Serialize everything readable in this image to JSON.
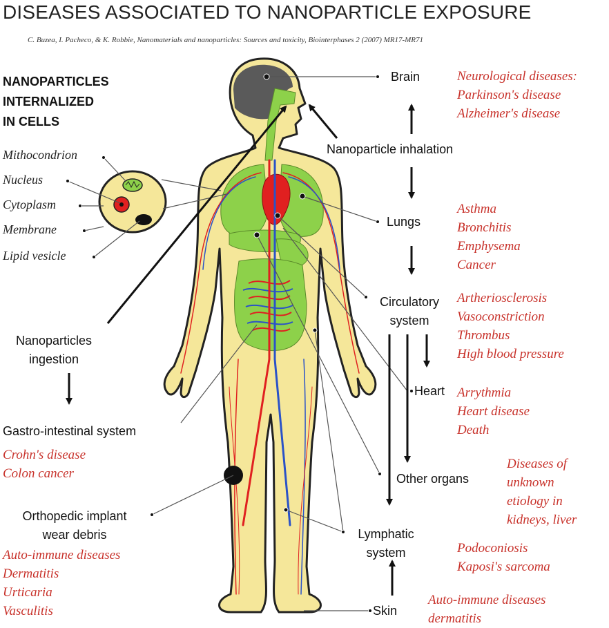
{
  "title": "DISEASES ASSOCIATED TO NANOPARTICLE EXPOSURE",
  "citation": "C. Buzea, I. Pacheco, & K. Robbie, Nanomaterials and nanoparticles: Sources and toxicity, Biointerphases 2 (2007) MR17-MR71",
  "cells_heading": [
    "NANOPARTICLES",
    "INTERNALIZED",
    "IN CELLS"
  ],
  "cell_parts": [
    "Mithocondrion",
    "Nucleus",
    "Cytoplasm",
    "Membrane",
    "Lipid vesicle"
  ],
  "routes": {
    "inhalation": "Nanoparticle inhalation",
    "ingestion": [
      "Nanoparticles",
      "ingestion"
    ]
  },
  "organs": {
    "brain": "Brain",
    "lungs": "Lungs",
    "circulatory": [
      "Circulatory",
      "system"
    ],
    "heart": "Heart",
    "other_organs": "Other organs",
    "lymphatic": [
      "Lymphatic",
      "system"
    ],
    "skin": "Skin",
    "gastro": "Gastro-intestinal system",
    "orthopedic": [
      "Orthopedic implant",
      "wear debris"
    ]
  },
  "diseases": {
    "brain": [
      "Neurological diseases:",
      "Parkinson's disease",
      "Alzheimer's disease"
    ],
    "lungs": [
      "Asthma",
      "Bronchitis",
      "Emphysema",
      "Cancer"
    ],
    "circulatory": [
      "Artheriosclerosis",
      "Vasoconstriction",
      "Thrombus",
      "High blood pressure"
    ],
    "heart": [
      "Arrythmia",
      "Heart disease",
      "Death"
    ],
    "other_organs": [
      "Diseases of",
      "unknown",
      "etiology in",
      "kidneys, liver"
    ],
    "lymphatic": [
      "Podoconiosis",
      "Kaposi's sarcoma"
    ],
    "skin": [
      "Auto-immune diseases",
      "dermatitis"
    ],
    "gastro": [
      "Crohn's disease",
      "Colon cancer"
    ],
    "orthopedic": [
      "Auto-immune diseases",
      "Dermatitis",
      "Urticaria",
      "Vasculitis"
    ]
  },
  "colors": {
    "disease_text": "#c8322b",
    "body_fill": "#f5e79a",
    "organ_fill": "#8dd14a",
    "blood_red": "#e02020",
    "vein_blue": "#2a52c8",
    "brain_fill": "#5a5a5a"
  }
}
